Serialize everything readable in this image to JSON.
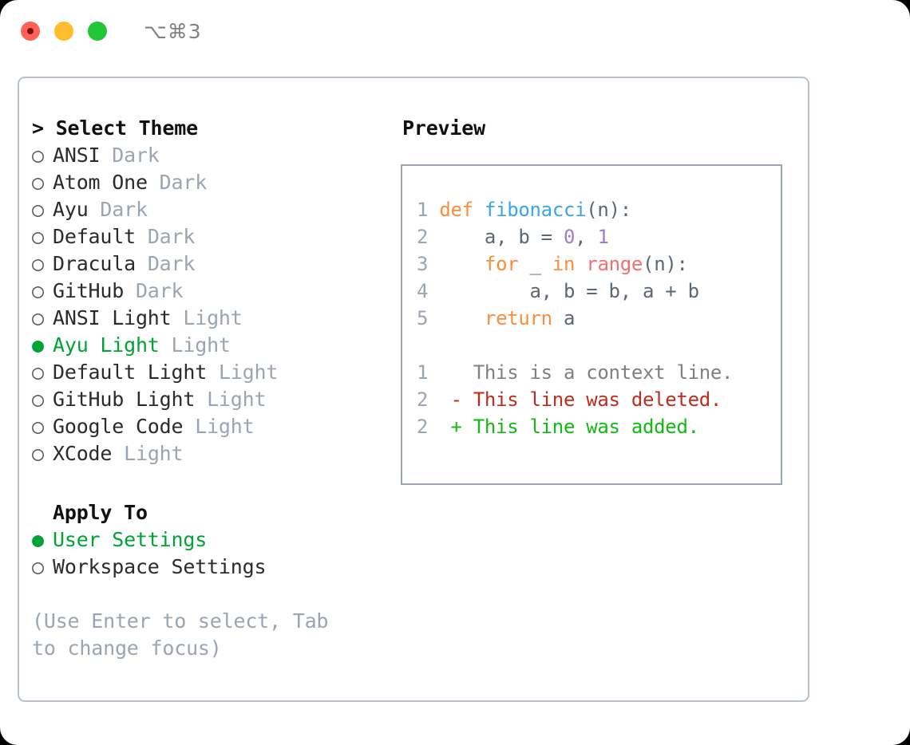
{
  "titlebar": {
    "shortcut": "⌥⌘3",
    "traffic_lights": [
      "close-dot",
      "minimize-dot",
      "maximize-dot"
    ],
    "colors": {
      "red": "#ff6058",
      "yellow": "#ffbd2e",
      "green": "#23c636"
    }
  },
  "theme_picker": {
    "heading": "> Select Theme",
    "selected_theme": "Ayu Light",
    "bullet_selected": "●",
    "bullet_unselected": "○",
    "accent_color": "#00a335",
    "items": [
      {
        "name": "ANSI",
        "kind": "Dark",
        "selected": false
      },
      {
        "name": "Atom One",
        "kind": "Dark",
        "selected": false
      },
      {
        "name": "Ayu",
        "kind": "Dark",
        "selected": false
      },
      {
        "name": "Default",
        "kind": "Dark",
        "selected": false
      },
      {
        "name": "Dracula",
        "kind": "Dark",
        "selected": false
      },
      {
        "name": "GitHub",
        "kind": "Dark",
        "selected": false
      },
      {
        "name": "ANSI Light",
        "kind": "Light",
        "selected": false
      },
      {
        "name": "Ayu Light",
        "kind": "Light",
        "selected": true
      },
      {
        "name": "Default Light",
        "kind": "Light",
        "selected": false
      },
      {
        "name": "GitHub Light",
        "kind": "Light",
        "selected": false
      },
      {
        "name": "Google Code",
        "kind": "Light",
        "selected": false
      },
      {
        "name": "XCode",
        "kind": "Light",
        "selected": false
      }
    ]
  },
  "apply_to": {
    "heading": "Apply To",
    "selected_option": "User Settings",
    "options": [
      {
        "label": "User Settings",
        "selected": true
      },
      {
        "label": "Workspace Settings",
        "selected": false
      }
    ]
  },
  "hint": "(Use Enter to select, Tab to change focus)",
  "preview": {
    "title": "Preview",
    "border_color": "#9aa5b1",
    "code": [
      {
        "num": "1",
        "tokens": [
          {
            "t": "def",
            "c": "kw"
          },
          {
            "t": " ",
            "c": "plain"
          },
          {
            "t": "fibonacci",
            "c": "fn"
          },
          {
            "t": "(n):",
            "c": "plain"
          }
        ]
      },
      {
        "num": "2",
        "tokens": [
          {
            "t": "    a, b = ",
            "c": "plain"
          },
          {
            "t": "0",
            "c": "num"
          },
          {
            "t": ", ",
            "c": "plain"
          },
          {
            "t": "1",
            "c": "num"
          }
        ]
      },
      {
        "num": "3",
        "tokens": [
          {
            "t": "    ",
            "c": "plain"
          },
          {
            "t": "for",
            "c": "kw"
          },
          {
            "t": " _ ",
            "c": "plain"
          },
          {
            "t": "in",
            "c": "kw"
          },
          {
            "t": " ",
            "c": "plain"
          },
          {
            "t": "range",
            "c": "bi"
          },
          {
            "t": "(n):",
            "c": "plain"
          }
        ]
      },
      {
        "num": "4",
        "tokens": [
          {
            "t": "        a, b = b, a + b",
            "c": "plain"
          }
        ]
      },
      {
        "num": "5",
        "tokens": [
          {
            "t": "    ",
            "c": "plain"
          },
          {
            "t": "return",
            "c": "kw"
          },
          {
            "t": " a",
            "c": "plain"
          }
        ]
      }
    ],
    "diff": [
      {
        "num": "1",
        "marker": " ",
        "text": "This is a context line.",
        "kind": "ctx"
      },
      {
        "num": "2",
        "marker": "-",
        "text": "This line was deleted.",
        "kind": "del"
      },
      {
        "num": "2",
        "marker": "+",
        "text": "This line was added.",
        "kind": "add"
      }
    ],
    "syntax_colors": {
      "keyword": "#fa8d3e",
      "function": "#3aa6e8",
      "number": "#a37acc",
      "builtin": "#f07171",
      "plain": "#5c6773",
      "line_number": "#9aa5b1",
      "diff_context": "#808080",
      "diff_deleted": "#c22b1f",
      "diff_added": "#11bb11"
    }
  }
}
